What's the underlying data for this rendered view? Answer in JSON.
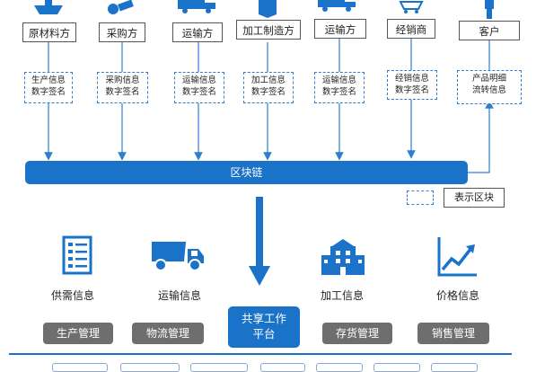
{
  "parties": [
    "原材料方",
    "采购方",
    "运输方",
    "加工制造方",
    "运输方",
    "经销商",
    "客户"
  ],
  "info_boxes": [
    [
      "生产信息",
      "数字签名"
    ],
    [
      "采购信息",
      "数字签名"
    ],
    [
      "运输信息",
      "数字签名"
    ],
    [
      "加工信息",
      "数字签名"
    ],
    [
      "运输信息",
      "数字签名"
    ],
    [
      "经销信息",
      "数字签名"
    ],
    [
      "产品明细",
      "流转信息"
    ]
  ],
  "blockchain_label": "区块链",
  "legend_label": "表示区块",
  "info_categories": [
    "供需信息",
    "运输信息",
    "加工信息",
    "价格信息"
  ],
  "management": [
    "生产管理",
    "物流管理",
    "存货管理",
    "销售管理"
  ],
  "platform": [
    "共享工作",
    "平台"
  ],
  "colors": {
    "primary_blue": "#1a73c8",
    "management_gray": "#6e6e6e",
    "dashed_blue": "#2f7fd0"
  },
  "icons": [
    "ship-icon",
    "recycle-cart-icon",
    "truck-icon",
    "factory-box-icon",
    "truck-icon",
    "shopping-cart-icon",
    "person-icon",
    "checklist-icon",
    "dump-truck-icon",
    "building-icon",
    "line-chart-icon"
  ]
}
